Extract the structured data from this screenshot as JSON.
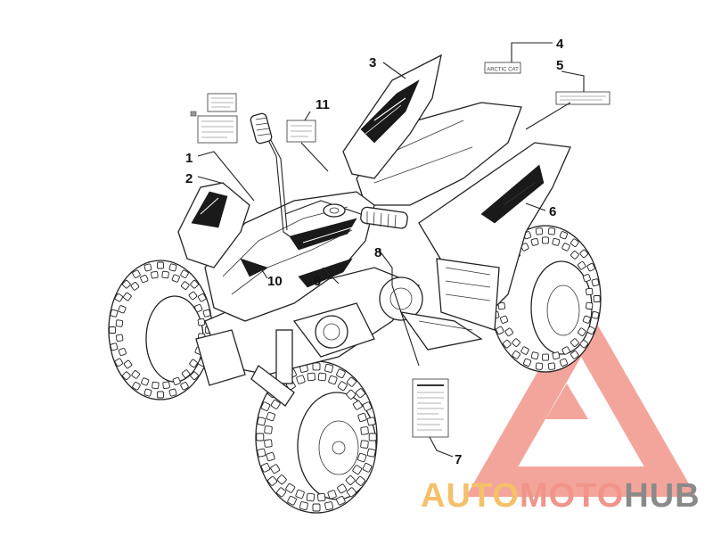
{
  "callouts": [
    "1",
    "2",
    "3",
    "4",
    "5",
    "6",
    "7",
    "8",
    "9",
    "10",
    "11"
  ],
  "decals": {
    "brand_decal_text": "ARCTIC CAT"
  },
  "watermark": {
    "word_part1": "AUTO",
    "word_part2": "MOTO",
    "word_part3": "HUB",
    "color_auto": "#f5c06a",
    "color_moto": "#f1948a",
    "color_hub": "#8a8a8a",
    "color_logo": "#f08a7e"
  }
}
